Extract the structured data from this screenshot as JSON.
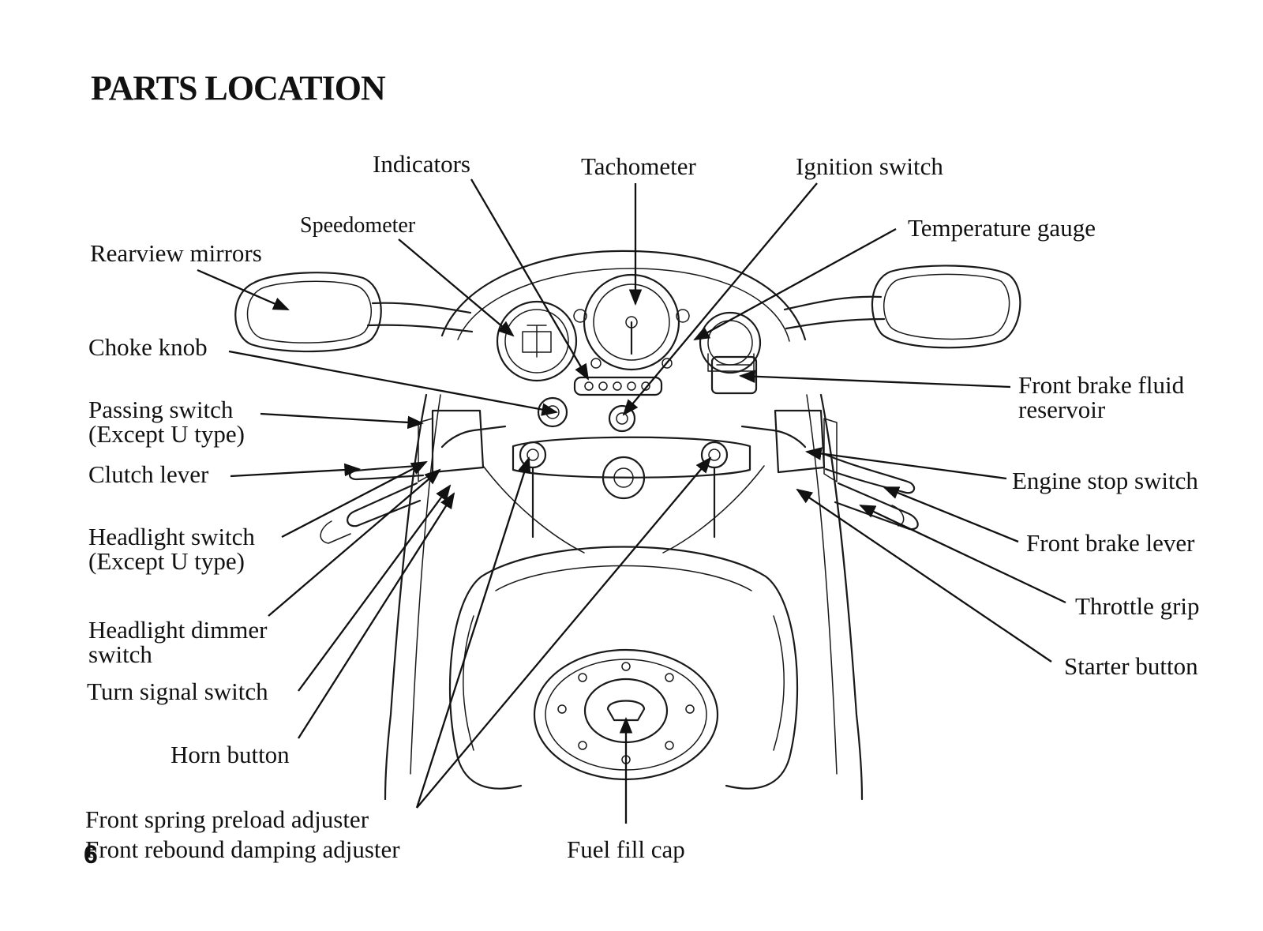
{
  "page": {
    "title": "PARTS LOCATION",
    "number": "6"
  },
  "labels": {
    "indicators": "Indicators",
    "tachometer": "Tachometer",
    "ignition_switch": "Ignition switch",
    "speedometer": "Speedometer",
    "temperature_gauge": "Temperature gauge",
    "rearview_mirrors": "Rearview mirrors",
    "choke_knob": "Choke knob",
    "front_brake_fluid_reservoir": [
      "Front brake fluid",
      "reservoir"
    ],
    "passing_switch": [
      "Passing switch",
      "(Except U type)"
    ],
    "clutch_lever": "Clutch lever",
    "engine_stop_switch": "Engine stop switch",
    "headlight_switch": [
      "Headlight switch",
      "(Except U type)"
    ],
    "front_brake_lever": "Front brake lever",
    "throttle_grip": "Throttle grip",
    "headlight_dimmer_switch": [
      "Headlight dimmer",
      "switch"
    ],
    "starter_button": "Starter button",
    "turn_signal_switch": "Turn signal switch",
    "horn_button": "Horn button",
    "front_spring_preload_adjuster": "Front spring preload adjuster",
    "front_rebound_damping_adjuster": "Front rebound damping adjuster",
    "fuel_fill_cap": "Fuel fill cap"
  }
}
